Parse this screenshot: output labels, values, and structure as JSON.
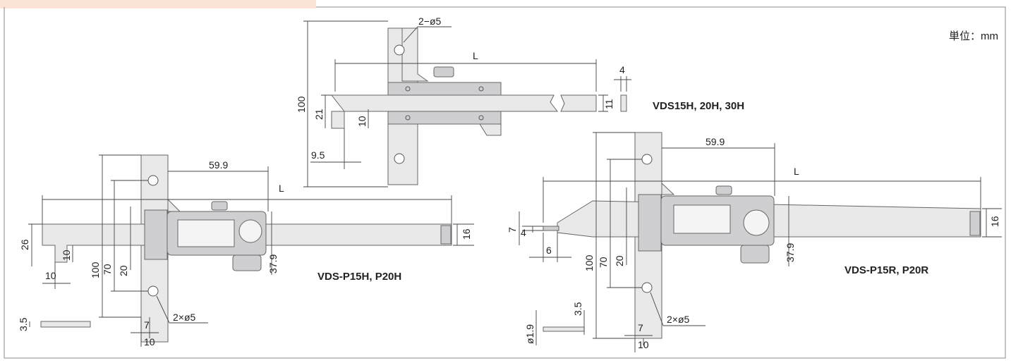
{
  "unit_label": "単位：mm",
  "colors": {
    "header_tab": "#fbe3d6",
    "border": "#8a8a8a",
    "body_fill": "#e9e9ea"
  },
  "views": {
    "top": {
      "model": "VDS15H, 20H, 30H",
      "dims": {
        "L": "L",
        "d4": "4",
        "d11": "11",
        "d100": "100",
        "d21": "21",
        "d10": "10",
        "d95": "9.5",
        "holes": "2−ø5"
      }
    },
    "left": {
      "model": "VDS-P15H, P20H",
      "dims": {
        "d599": "59.9",
        "L": "L",
        "d16": "16",
        "d26": "26",
        "d10a": "10",
        "d10b": "10",
        "d100": "100",
        "d70": "70",
        "d20": "20",
        "d379": "37.9",
        "d35": "3.5",
        "d7": "7",
        "d10c": "10",
        "holes": "2×ø5"
      }
    },
    "right": {
      "model": "VDS-P15R, P20R",
      "dims": {
        "d599": "59.9",
        "L": "L",
        "d16": "16",
        "d7": "7",
        "d4": "4",
        "d6": "6",
        "d100": "100",
        "d70": "70",
        "d20": "20",
        "d379": "37.9",
        "d35": "3.5",
        "d19": "ø1.9",
        "d7b": "7",
        "d10": "10",
        "holes": "2×ø5"
      }
    }
  }
}
